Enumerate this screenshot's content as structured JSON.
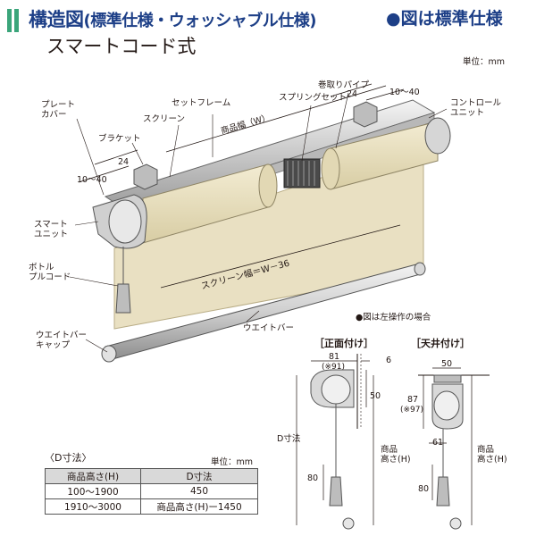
{
  "header": {
    "title_main": "構造図",
    "title_paren": "(標準仕様・ウォッシャブル仕様)",
    "standard_note": "●図は標準仕様",
    "subtitle": "スマートコード式",
    "unit_top": "単位：mm"
  },
  "labels": {
    "plate_cover": "プレート\nカバー",
    "set_frame": "セットフレーム",
    "screen": "スクリーン",
    "bracket": "ブラケット",
    "spring_set": "スプリングセット",
    "winding_pipe": "巻取りパイプ",
    "control_unit": "コントロール\nユニット",
    "product_width": "商品幅（W）",
    "smart_unit": "スマート\nユニット",
    "bottle_pull_cord": "ボトル\nプルコード",
    "screen_width": "スクリーン幅＝W－36",
    "weight_bar_cap": "ウエイトバー\nキャップ",
    "weight_bar": "ウエイトバー",
    "left_operation_note": "●図は左操作の場合",
    "front_mount": "［正面付け］",
    "ceiling_mount": "［天井付け］",
    "d_dimension": "D寸法",
    "product_height": "商品\n高さ(H)"
  },
  "dims": {
    "d24_left": "24",
    "d10_40_left": "10～40",
    "d24_right": "24",
    "d10_40_right": "10～40",
    "front_81": "81",
    "front_91": "(※91)",
    "front_6": "6",
    "front_50": "50",
    "front_80": "80",
    "ceil_50": "50",
    "ceil_87": "87",
    "ceil_97": "(※97)",
    "ceil_61": "61",
    "ceil_80": "80"
  },
  "d_table": {
    "caption": "〈D寸法〉",
    "unit": "単位：mm",
    "headers": [
      "商品高さ(H)",
      "D寸法"
    ],
    "rows": [
      [
        "100～1900",
        "450"
      ],
      [
        "1910～3000",
        "商品高さ(H)ー1450"
      ]
    ]
  },
  "colors": {
    "title_blue": "#1d3f87",
    "accent_green": "#3aa57a",
    "screen_fabric": "#e9e0c2",
    "table_header": "#d9d9d9"
  }
}
